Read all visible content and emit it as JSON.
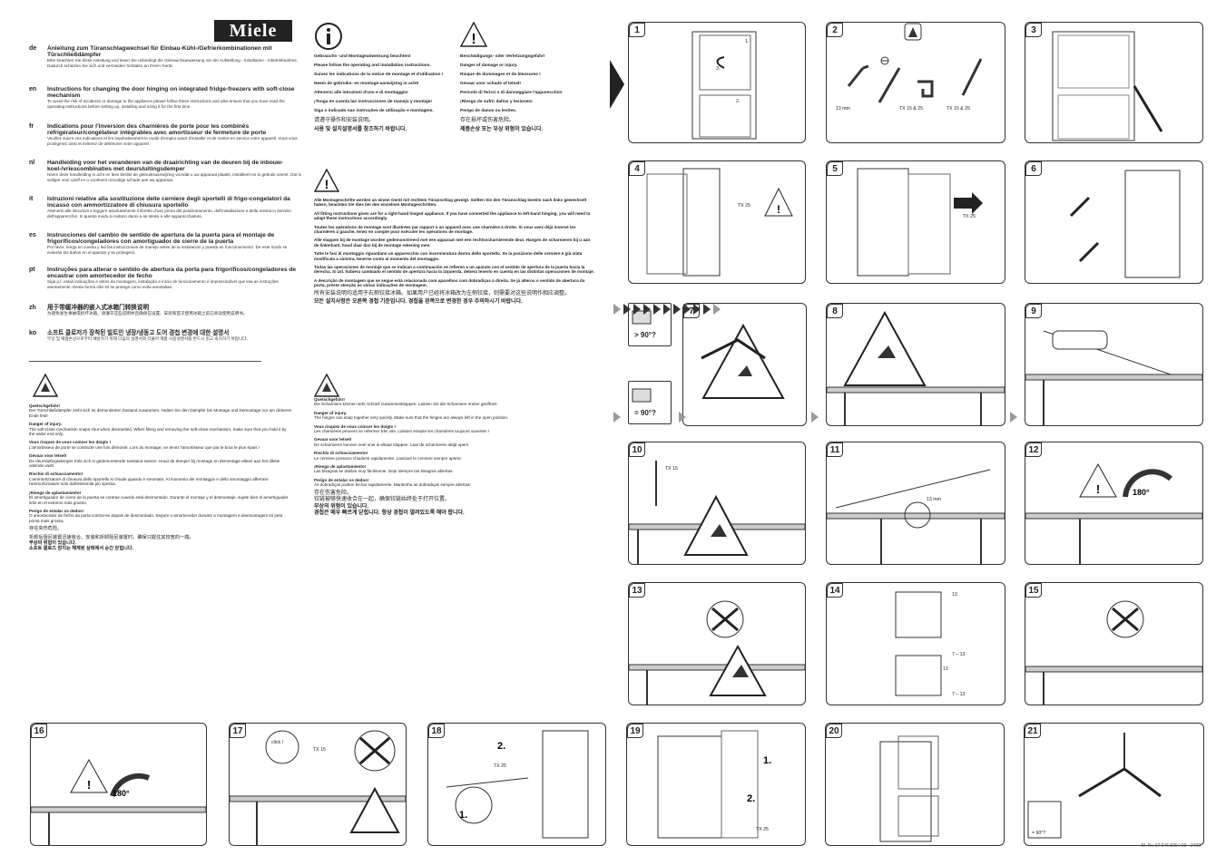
{
  "brand": "Miele",
  "languages": [
    {
      "code": "de",
      "heading": "Anleitung zum Türanschlagwechsel für Einbau-Kühl-/Gefrierkombinationen mit Türschließdämpfer",
      "body": "Bitte beachten Sie diese Anleitung und lesen Sie unbedingt die Gebrauchsanweisung vor der Aufstellung - Installation - Inbetriebnahme. Dadurch schützen Sie sich und vermeiden Schäden an Ihrem Gerät."
    },
    {
      "code": "en",
      "heading": "Instructions for changing the door hinging on integrated fridge-freezers with soft-close mechanism",
      "body": "To avoid the risk of accidents or damage to the appliance please follow these instructions and also ensure that you have read the operating instructions before setting up, installing and using it for the first time."
    },
    {
      "code": "fr",
      "heading": "Indications pour l'inversion des charnières de porte pour les combinés réfrigérateur/congélateur intégrables avec amortisseur de fermeture de porte",
      "body": "Veuillez suivre ces indications et lire impérativement le mode d'emploi avant d'installer et de mettre en service votre appareil. Vous vous protégerez ainsi et éviterez de détériorer votre appareil."
    },
    {
      "code": "nl",
      "heading": "Handleiding voor het veranderen van de draairichting van de deuren bij de inbouw-koel-/vriescombinaties met deursluitingsdemper",
      "body": "Neem deze handleiding in acht en lees beslist de gebruiksaanwijzing voordat u uw apparaat plaatst, installeert en in gebruik neemt. Dat is veiliger voor uzelf en u voorkomt onnodige schade aan uw apparaat."
    },
    {
      "code": "it",
      "heading": "Istruzioni relative alla sostituzione delle cerniere degli sportelli di frigo-congelatori da incasso con ammortizzatore di chiusura sportello",
      "body": "Attenersi alle istruzioni e leggere assolutamente il libretto d'uso prima del posizionamento, dell'installazione e della messa in servizio dell'apparecchio. In questo modo si evitano danni a se stessi e alle apparecchiature."
    },
    {
      "code": "es",
      "heading": "Instrucciones del cambio de sentido de apertura de la puerta para el montaje de frigoríficos/congeladores con amortiguador de cierre de la puerta",
      "body": "Por favor, tenga en cuenta y lea las instrucciones de manejo antes de la instalación y puesta en funcionamiento. De este modo se evitarán los daños en el aparato y se protegerá."
    },
    {
      "code": "pt",
      "heading": "Instruções para alterar o sentido de abertura da porta para frigoríficos/congeladores de encastrar com amortecedor de fecho",
      "body": "Siga p.f. estas indicações e antes da montagem, instalação e início de funcionamento é imprescindível que leia as instruções atentamente. Desta forma não só se protege como evita anomalias."
    },
    {
      "code": "zh",
      "heading": "用于带缓冲器的嵌入式冰箱门转换说明",
      "body": "为避免发生事故或损坏冰箱，请遵守这些说明并且确保在设置、安装和首次使用冰箱之前已阅读使用说明书。"
    },
    {
      "code": "ko",
      "heading": "소프트 클로저가 장착된 빌트인 냉장/냉동고 도어 경첩 변경에 대한 설명서",
      "body": "부상 및 제품손상으로부터 예방하기 위해 다음의 설명서와 더불어 제품 사용설명서를 반드시 읽고 숙지하기 바랍니다."
    }
  ],
  "left_warning": [
    {
      "title": "Quetschgefahr!",
      "text": "Der Türschließdämpfer zieht sich im demontierten Zustand zusammen. Halten Sie den Dämpfer bei Montage und Demontage nur am dickeren Ende fest!"
    },
    {
      "title": "Danger of injury.",
      "text": "The soft-close mechanism snaps shut when dismantled. When fitting and removing the soft-close mechanism, make sure that you hold it by the wider end only."
    },
    {
      "title": "Vous risquez de vous coincer les doigts !",
      "text": "L'amortisseur de porte se contracte une fois démonté. Lors du montage, ne tenez l'amortisseur que par le bout le plus épais !"
    },
    {
      "title": "Gevaar voor letsel!",
      "text": "De deursluitingsdemper trekt zich in gedemonteerde toestand samen. Houd de demper bij montage en demontage alleen aan het dikste uiteinde vast!"
    },
    {
      "title": "Rischio di schiacciamento!",
      "text": "L'ammortizzatore di chiusura dello sportello si chiude quando è smontato. Al momento del montaggio e dello smontaggio afferrare l'ammortizzatore solo dall'estremità più spessa."
    },
    {
      "title": "¡Riesgo de aplastamiento!",
      "text": "El amortiguador de cierre de la puerta se contrae cuando está desmontado. Durante el montaje y el desmontaje, sujete bien el amortiguador sólo en el extremo más grueso."
    },
    {
      "title": "Perigo de entalar os dedos!",
      "text": "O amortecedor de fecho da porta contrai-se depois de desmontado. Segure o amortecedor durante a montagem e desmontagem só pela ponta mais grossa."
    }
  ],
  "left_warning_cjk": [
    "存在夹伤危险。",
    "折卸后阻尼装置迅速收合。安装和折卸阻尼装置时，确保只握住其较宽的一端。",
    "부상의 위험이 있습니다.",
    "소프트 클로즈 장치는 해체된 상태에서 순간 닫힙니다."
  ],
  "mid_top": {
    "lines": [
      "Gebrauchs- und Montageanweisung beachten!",
      "Please follow the operating and installation instructions.",
      "Suivez les indications de la notice de montage et d'utilisation !",
      "Neem de gebruiks- en montage-aanwijzing in acht!",
      "Attenersi alle istruzioni d'uso e di montaggio!",
      "¡Tenga en cuenta las instrucciones de manejo y montaje!",
      "Siga o indicado nas instruções de utilização e montagem."
    ],
    "cjk": [
      "请遵守操作和安装说明。",
      "사용 및 설치설명서를 참조하기 바랍니다."
    ]
  },
  "mid_top_right": {
    "lines": [
      "Beschädigungs- oder Verletzungsgefahr!",
      "Danger of damage or injury.",
      "Risque de dommages et de blessures !",
      "Gevaar voor schade of letsel!",
      "Pericolo di ferirsi o di danneggiare l'apparecchio!",
      "¡Riesgo de sufrir daños y lesiones!",
      "Perigo de danos ou lesões."
    ],
    "cjk": [
      "存在损坏或伤害危险。",
      "제품손상 또는 부상 위험이 있습니다."
    ]
  },
  "mid_mid": {
    "lines": [
      "Alle Montageschritte werden an einem Gerät mit rechtem Türanschlag gezeigt. Sollten Sie den Türanschlag bereits nach links gewechselt haben, beachten Sie dies bei den einzelnen Montageschritten.",
      "All fitting instructions given are for a right-hand hinged appliance. If you have converted the appliance to left-hand hinging, you will need to adapt these instructions accordingly.",
      "Toutes les opérations de montage sont illustrées par rapport à un appareil avec une charnière à droite. Si vous avez déjà inversé les charnières à gauche, tenez en compte pour exécuter les opérations de montage.",
      "Alle stappen bij de montage worden gedemonstreerd met een apparaat met een rechtsscharnierende deur. Hangen de scharnieren bij u aan de linkerkant, houd daar dan bij de montage rekening mee.",
      "Tutte le fasi di montaggio riguardano un apparecchio con incernieratura destra dello sportello. Se la posizione delle cerniere è già stata modificata a sinistra, tenerne conto al momento del montaggio.",
      "Todas las operaciones de montaje que se indican a continuación se refieren a un aparato con el sentido de apertura de la puerta hacia la derecha. Si Ud. hubiera cambiado el sentido de apertura hacia la izquierda, deberá tenerlo en cuenta en las distintas operaciones de montaje.",
      "A descrição de montagem que se segue está relacionada com aparelhos com dobradiças à direita. Se já alterou o sentido de abertura da porta, preste atenção às várias indicações de montagem."
    ],
    "cjk": [
      "所有安装说明均适用于右侧铰接冰箱。如果用户已经将冰箱改为左侧铰接，则需要对这些说明作相应调整。",
      "모든 설치사항은 오른쪽 경첩 기준입니다. 경첩을 왼쪽으로 변경한 경우 주의하시기 바랍니다."
    ]
  },
  "mid_bottom": {
    "lines": [
      {
        "t": "Quetschgefahr!",
        "d": "Die Scharniere können sehr schnell zusammenklappen. Lassen Sie die Scharniere immer geöffnet!"
      },
      {
        "t": "Danger of injury.",
        "d": "The hinges can snap together very quickly. Make sure that the hinges are always left in the open position."
      },
      {
        "t": "Vous risquez de vous coincer les doigts !",
        "d": "Les charnières peuvent se refermer très vite. Laissez ensuite les charnières toujours ouvertes !"
      },
      {
        "t": "Gevaar voor letsel!",
        "d": "De scharnieren kunnen zeer snel in elkaar klappen. Laat de scharnieren altijd open!"
      },
      {
        "t": "Rischio di schiacciamento!",
        "d": "Le cerniere possono chiudersi rapidamente. Lasciare le cerniere sempre aperte."
      },
      {
        "t": "¡Riesgo de aplastamiento!",
        "d": "Las bisagras se doblan muy fácilmente. Deje siempre las bisagras abiertas."
      },
      {
        "t": "Perigo de entalar os dedos!",
        "d": "As dobradiças podem fechar rapidamente. Mantenha as dobradiças sempre abertas!"
      }
    ],
    "cjk": [
      "存在伤害危险。",
      "铰链被够快速收合在一起，确保铰链始终处于打开位置。",
      "부상의 위험이 있습니다.",
      "경첩은 매우 빠르게 닫힙니다. 항상 경첩이 열려있도록 해야 합니다."
    ]
  },
  "panel_numbers": [
    "1",
    "2",
    "3",
    "4",
    "5",
    "6",
    "7",
    "8",
    "9",
    "10",
    "11",
    "12",
    "13",
    "14",
    "15",
    "16",
    "17",
    "18",
    "19",
    "20",
    "21"
  ],
  "labels": {
    "p2_13mm": "13 mm",
    "p2_tx15_25a": "TX 15 & 25",
    "p2_tx15_25b": "TX 15 & 25",
    "tx25": "TX 25",
    "tx15": "TX 15",
    "gt90": "> 90°?",
    "eq90": "= 90°?",
    "eq90b": "= 90°?",
    "mm13": "13 mm",
    "deg180": "180°",
    "deg180b": "180°",
    "click": "click !",
    "s7_13a": "7 – 13",
    "s7_13b": "7 – 13",
    "s13a": "13",
    "s13b": "13",
    "step1": "1.",
    "step2": "2.",
    "step1b": "1.",
    "step2b": "2.",
    "p1_3": "3.",
    "p1_1": "1.",
    "p1_2": "2."
  },
  "footer": "M.-Nr. 07 646 500 / 00 - 2409"
}
